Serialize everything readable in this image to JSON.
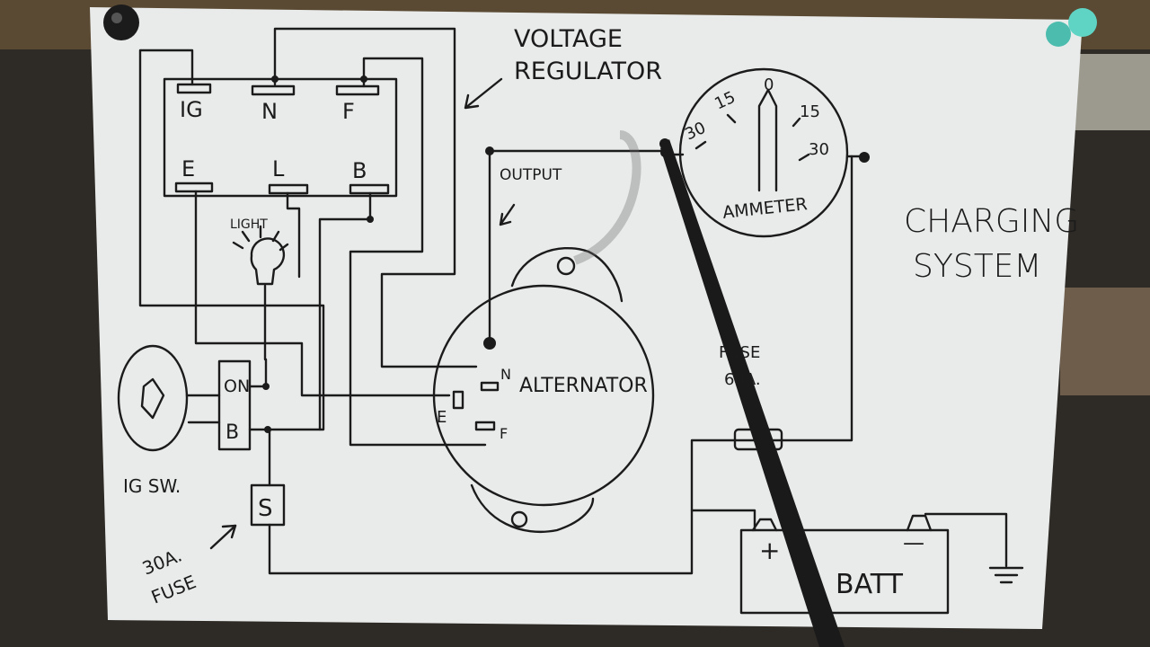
{
  "diagram": {
    "title_line1": "CHARGING",
    "title_line2": "SYSTEM",
    "regulator": {
      "label_line1": "VOLTAGE",
      "label_line2": "REGULATOR",
      "terminals_top": [
        "IG",
        "N",
        "F"
      ],
      "terminals_bottom": [
        "E",
        "L",
        "B"
      ]
    },
    "light_label": "LIGHT",
    "ignition_switch": {
      "label": "IG SW.",
      "on_label": "ON",
      "b_label": "B"
    },
    "fuse_30": {
      "symbol": "S",
      "label_line1": "30A.",
      "label_line2": "FUSE"
    },
    "alternator": {
      "label": "ALTERNATOR",
      "terminals": [
        "N",
        "E",
        "F"
      ]
    },
    "output_label": "OUTPUT",
    "ammeter": {
      "label": "AMMETER",
      "scale": [
        "30",
        "15",
        "0",
        "15",
        "30"
      ]
    },
    "fuse_60": {
      "label_line1": "FUSE",
      "label_line2": "60A."
    },
    "battery": {
      "label": "BATT",
      "plus": "+",
      "minus": "—"
    }
  },
  "colors": {
    "paper": "#e9ebea",
    "ink": "#1b1b1b",
    "background": "#2e2a25",
    "pin": "#5fd3c4"
  }
}
